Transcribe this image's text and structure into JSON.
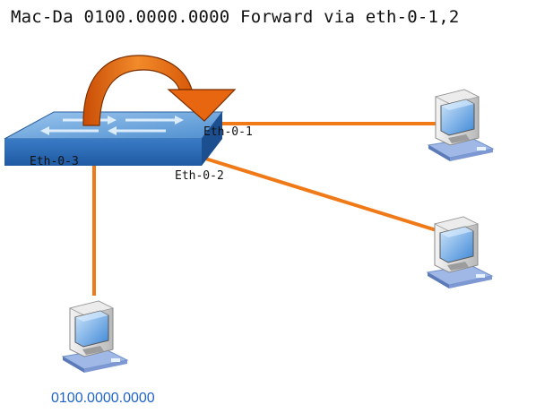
{
  "header": {
    "title": "Mac-Da 0100.0000.0000 Forward via eth-0-1,2"
  },
  "switch": {
    "ports": {
      "eth1": "Eth-0-1",
      "eth2": "Eth-0-2",
      "eth3": "Eth-0-3"
    }
  },
  "hosts": {
    "bottom_left": {
      "mac": "0100.0000.0000"
    }
  },
  "colors": {
    "link": "#f07a18",
    "arrow": "#e8660f",
    "switch": "#3f7fc7",
    "mac_text": "#1f63c8"
  },
  "icons": {
    "switch": "network-switch-icon",
    "host": "desktop-computer-icon",
    "forward": "curved-forward-arrow-icon"
  }
}
